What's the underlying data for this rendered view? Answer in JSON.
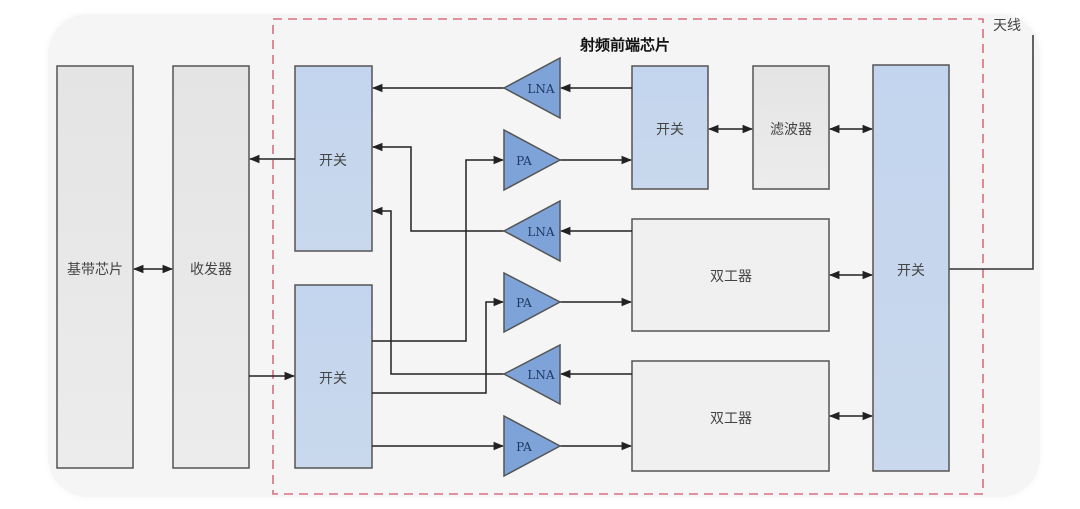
{
  "diagram": {
    "title": "射频前端芯片",
    "antenna_label": "天线",
    "colors": {
      "chip_border": "#d9707e",
      "blue_block": "#c5d6ec",
      "gray_block": "#e6e6e6",
      "light_block": "#f0f0f0",
      "amp_fill": "#7ea3d8",
      "amp_text": "#1e3a66",
      "line": "#222222"
    },
    "blocks": {
      "baseband": "基带芯片",
      "transceiver": "收发器",
      "switch_upper": "开关",
      "switch_lower": "开关",
      "switch_band": "开关",
      "filter": "滤波器",
      "duplexer_1": "双工器",
      "duplexer_2": "双工器",
      "switch_antenna": "开关"
    },
    "amplifiers": [
      {
        "id": "lna-1",
        "label": "LNA"
      },
      {
        "id": "pa-1",
        "label": "PA"
      },
      {
        "id": "lna-2",
        "label": "LNA"
      },
      {
        "id": "pa-2",
        "label": "PA"
      },
      {
        "id": "lna-3",
        "label": "LNA"
      },
      {
        "id": "pa-3",
        "label": "PA"
      }
    ]
  }
}
